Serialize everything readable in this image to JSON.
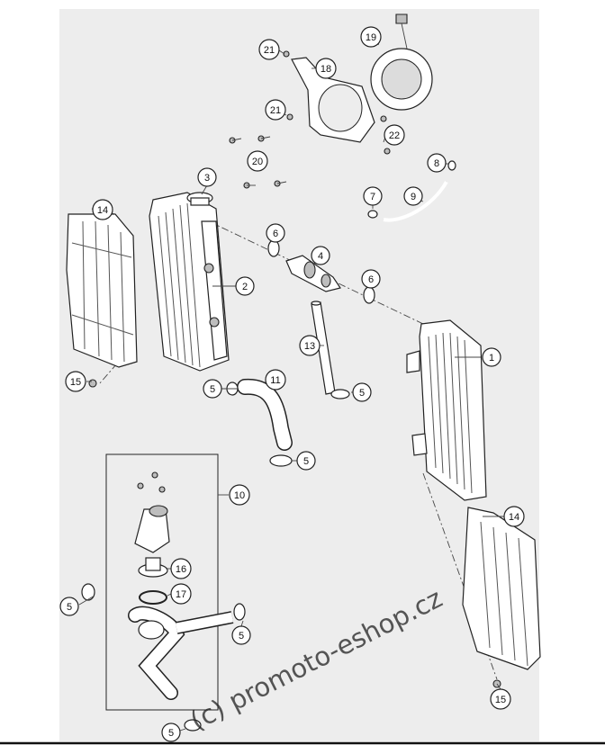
{
  "diagram": {
    "callouts": [
      {
        "id": "callout-1",
        "label": "1"
      },
      {
        "id": "callout-2",
        "label": "2"
      },
      {
        "id": "callout-3",
        "label": "3"
      },
      {
        "id": "callout-4",
        "label": "4"
      },
      {
        "id": "callout-5a",
        "label": "5"
      },
      {
        "id": "callout-5b",
        "label": "5"
      },
      {
        "id": "callout-5c",
        "label": "5"
      },
      {
        "id": "callout-5d",
        "label": "5"
      },
      {
        "id": "callout-5e",
        "label": "5"
      },
      {
        "id": "callout-5f",
        "label": "5"
      },
      {
        "id": "callout-6a",
        "label": "6"
      },
      {
        "id": "callout-6b",
        "label": "6"
      },
      {
        "id": "callout-7",
        "label": "7"
      },
      {
        "id": "callout-8",
        "label": "8"
      },
      {
        "id": "callout-9",
        "label": "9"
      },
      {
        "id": "callout-10",
        "label": "10"
      },
      {
        "id": "callout-11",
        "label": "11"
      },
      {
        "id": "callout-13",
        "label": "13"
      },
      {
        "id": "callout-14a",
        "label": "14"
      },
      {
        "id": "callout-14b",
        "label": "14"
      },
      {
        "id": "callout-15a",
        "label": "15"
      },
      {
        "id": "callout-15b",
        "label": "15"
      },
      {
        "id": "callout-16",
        "label": "16"
      },
      {
        "id": "callout-17",
        "label": "17"
      },
      {
        "id": "callout-18",
        "label": "18"
      },
      {
        "id": "callout-19",
        "label": "19"
      },
      {
        "id": "callout-20",
        "label": "20"
      },
      {
        "id": "callout-21a",
        "label": "21"
      },
      {
        "id": "callout-21b",
        "label": "21"
      },
      {
        "id": "callout-22",
        "label": "22"
      }
    ],
    "watermark": "(c) promoto-eshop.cz"
  }
}
